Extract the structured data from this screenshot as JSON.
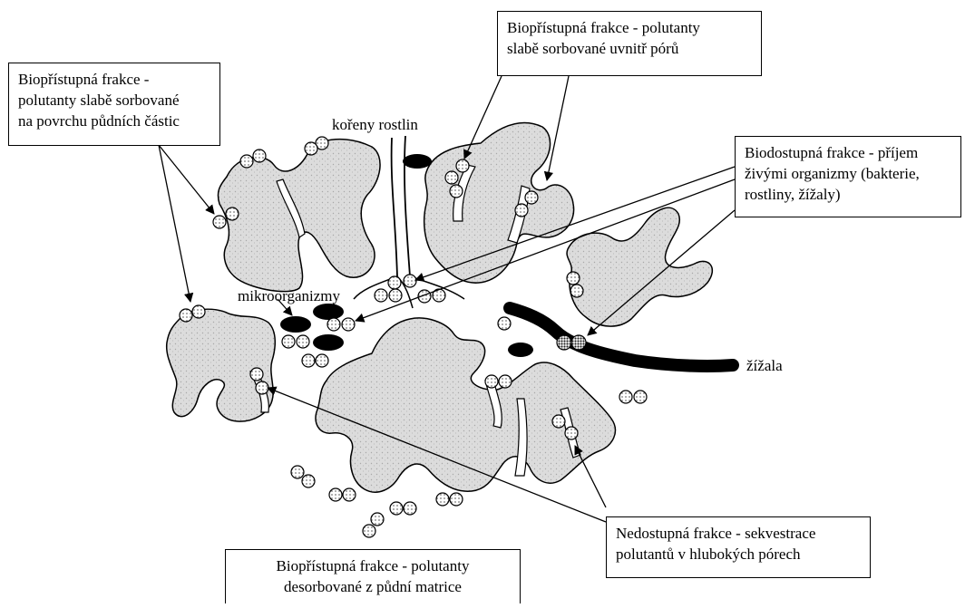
{
  "boxes": {
    "surface": [
      "Biopřístupná frakce -",
      "polutanty slabě sorbované",
      "na povrchu půdních částic"
    ],
    "pores": [
      "Biopřístupná frakce - polutanty",
      "slabě sorbované uvnitř pórů"
    ],
    "biodostupna": [
      "Biodostupná frakce - příjem",
      "živými organizmy (bakterie,",
      "rostliny, žížaly)"
    ],
    "nedostupna": [
      "Nedostupná frakce - sekvestrace",
      "polutantů v hlubokých pórech"
    ],
    "desorbed": [
      "Biopřístupná frakce - polutanty",
      "desorbované z půdní matrice"
    ]
  },
  "labels": {
    "roots": "kořeny rostlin",
    "microbes": "mikroorganizmy",
    "worm": "žížala"
  },
  "colors": {
    "particle_fill": "#dcdcdc",
    "ink": "#000000"
  }
}
